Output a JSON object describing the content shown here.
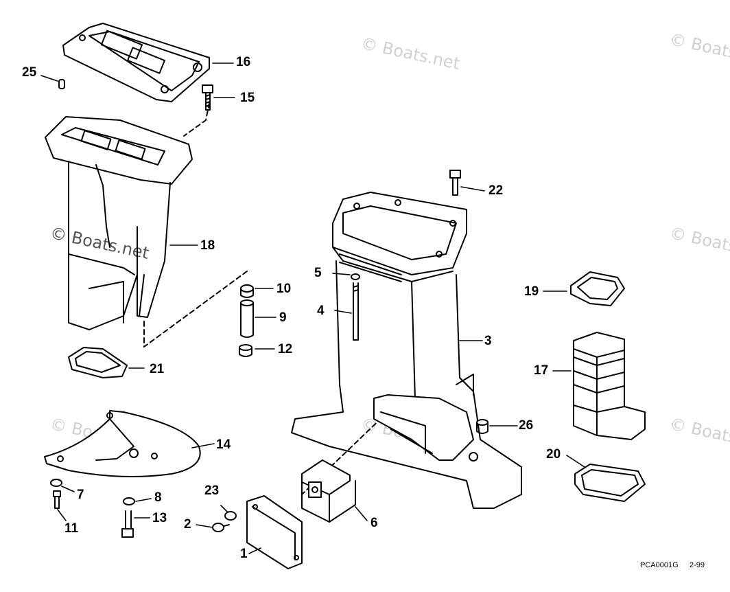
{
  "watermark": "© Boats.net",
  "callouts": [
    "1",
    "2",
    "3",
    "4",
    "5",
    "6",
    "7",
    "8",
    "9",
    "10",
    "11",
    "12",
    "13",
    "14",
    "15",
    "16",
    "17",
    "18",
    "19",
    "20",
    "21",
    "22",
    "23",
    "25",
    "26"
  ],
  "footer": {
    "code": "PCA0001G",
    "date": "2-99"
  }
}
